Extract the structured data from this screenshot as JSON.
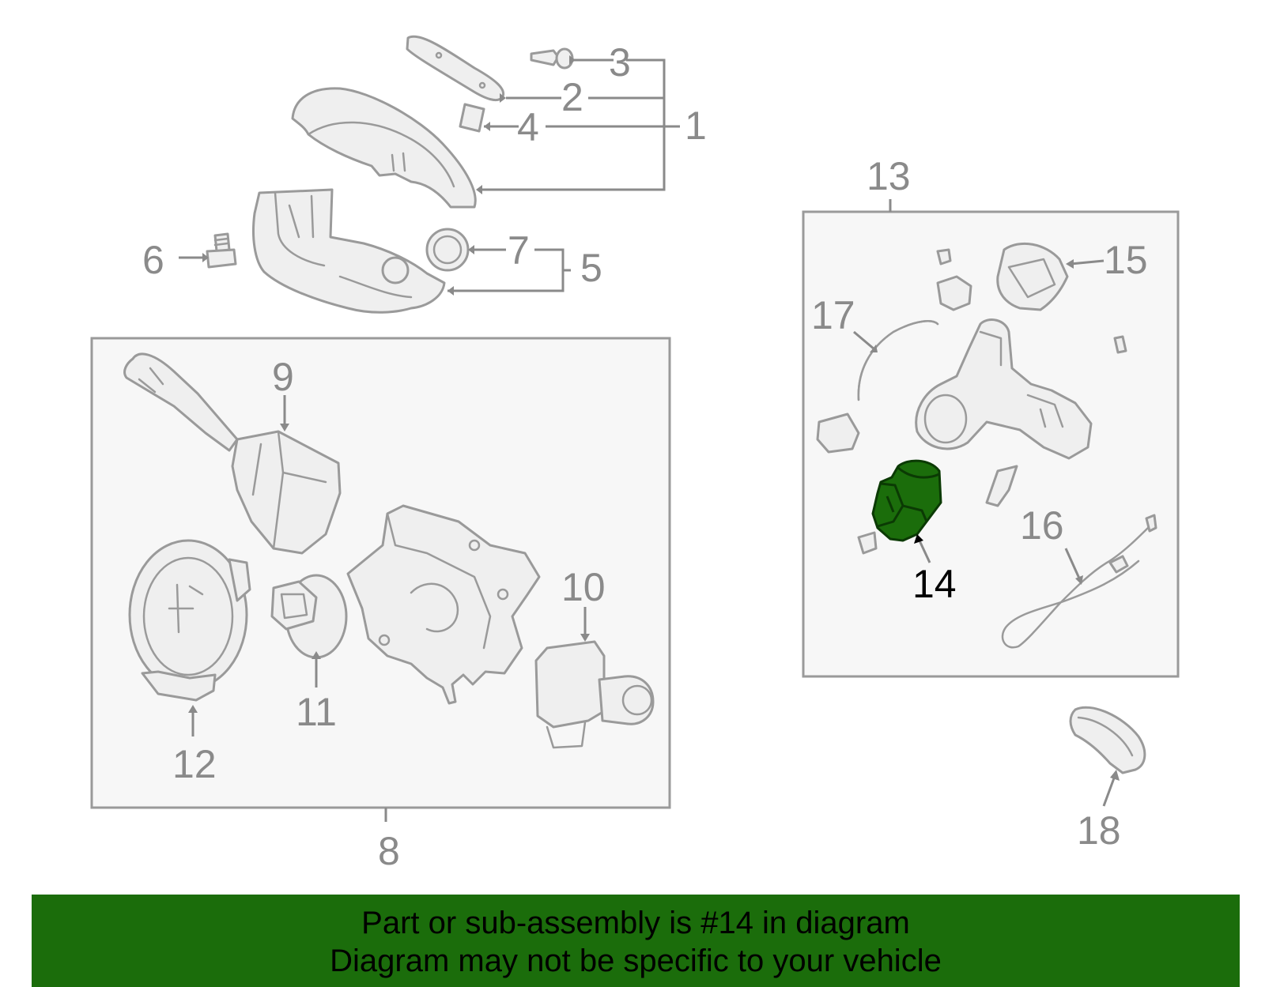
{
  "callouts": {
    "c1": "1",
    "c2": "2",
    "c3": "3",
    "c4": "4",
    "c5": "5",
    "c6": "6",
    "c7": "7",
    "c8": "8",
    "c9": "9",
    "c10": "10",
    "c11": "11",
    "c12": "12",
    "c13": "13",
    "c14": "14",
    "c15": "15",
    "c16": "16",
    "c17": "17",
    "c18": "18"
  },
  "highlight": {
    "part_number": "14",
    "color": "#1b6d0b"
  },
  "colors": {
    "line": "#9a9a9a",
    "text": "#8a8a8a",
    "box_fill": "#f7f7f7",
    "banner": "#1b6d0b"
  },
  "banner": {
    "line1": "Part or sub-assembly is #14 in diagram",
    "line2": "Diagram may not be specific to your vehicle"
  }
}
